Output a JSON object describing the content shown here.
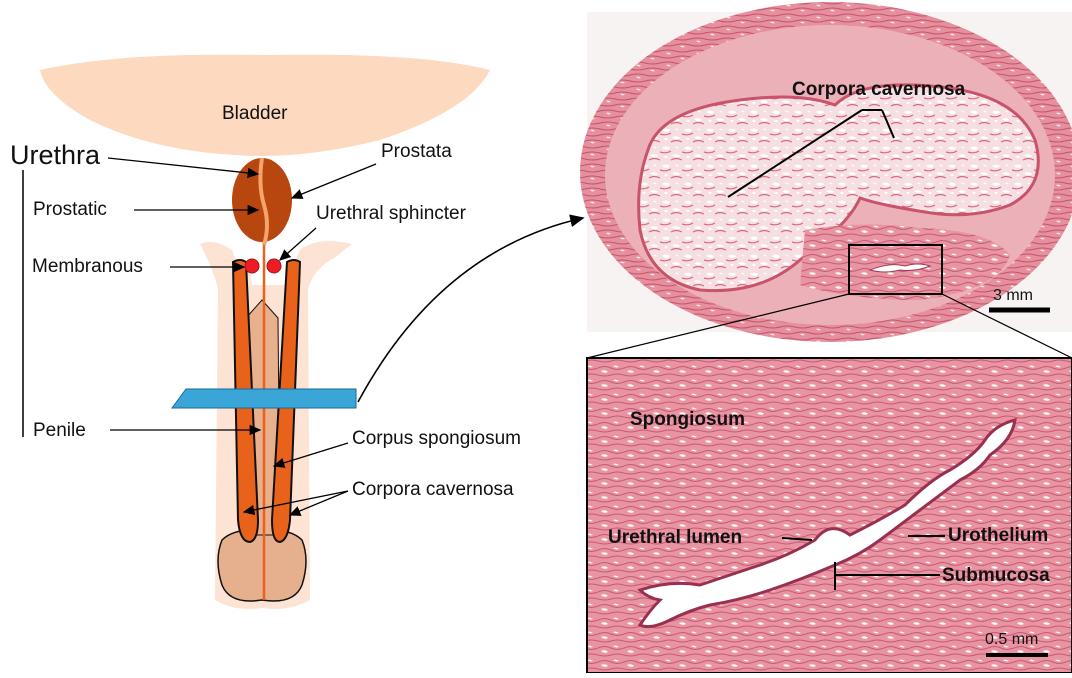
{
  "diagram": {
    "bladder": "Bladder",
    "urethra": "Urethra",
    "prostatic": "Prostatic",
    "prostata": "Prostata",
    "urethral_sphincter": "Urethral sphincter",
    "membranous": "Membranous",
    "penile": "Penile",
    "corpus_spongiosum": "Corpus spongiosum",
    "corpora_cavernosa": "Corpora cavernosa"
  },
  "top_micrograph": {
    "corpora_cavernosa": "Corpora cavernosa",
    "scale_bar": "3 mm"
  },
  "bottom_micrograph": {
    "spongiosum": "Spongiosum",
    "urethral_lumen": "Urethral lumen",
    "urothelium": "Urothelium",
    "submucosa": "Submucosa",
    "scale_bar": "0.5 mm"
  },
  "colors": {
    "bladder": "#fcd9bf",
    "prostate": "#b8460f",
    "corpora": "#e8621c",
    "penile_shaft": "#e8b08c",
    "section_plane": "#3aa6d8",
    "sphincter": "#ee1c24",
    "tissue_pink": "#e8939f"
  }
}
